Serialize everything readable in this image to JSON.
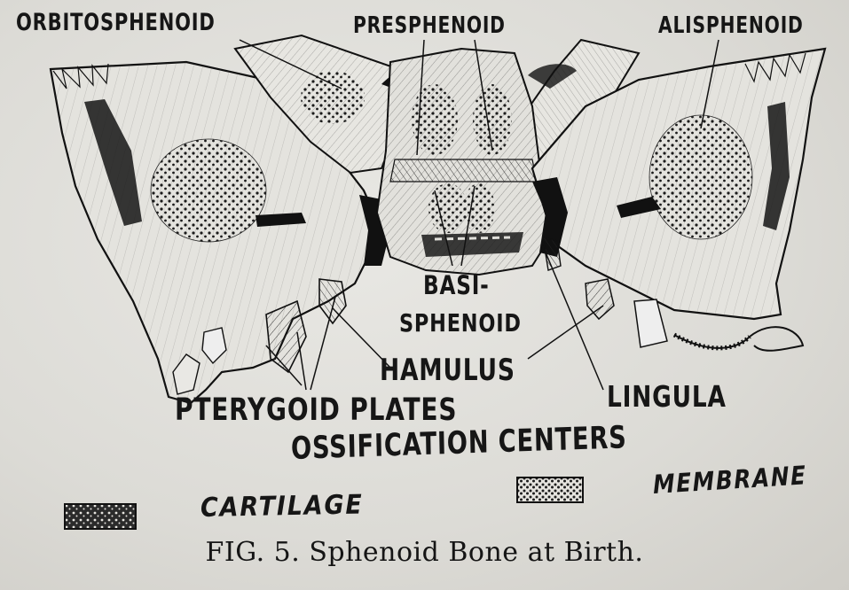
{
  "labels": {
    "orbitosphenoid": "ORBITOSPHENOID",
    "presphenoid": "PRESPHENOID",
    "alisphenoid": "ALISPHENOID",
    "basisphenoid_line1": "BASI-",
    "basisphenoid_line2": "SPHENOID",
    "hamulus": "HAMULUS",
    "lingula": "LINGULA",
    "pterygoid_plates": "PTERYGOID PLATES",
    "ossification_centers": "OSSIFICATION CENTERS"
  },
  "legend": {
    "cartilage": "CARTILAGE",
    "membrane": "MEMBRANE"
  },
  "caption": "FIG. 5. Sphenoid Bone at Birth."
}
